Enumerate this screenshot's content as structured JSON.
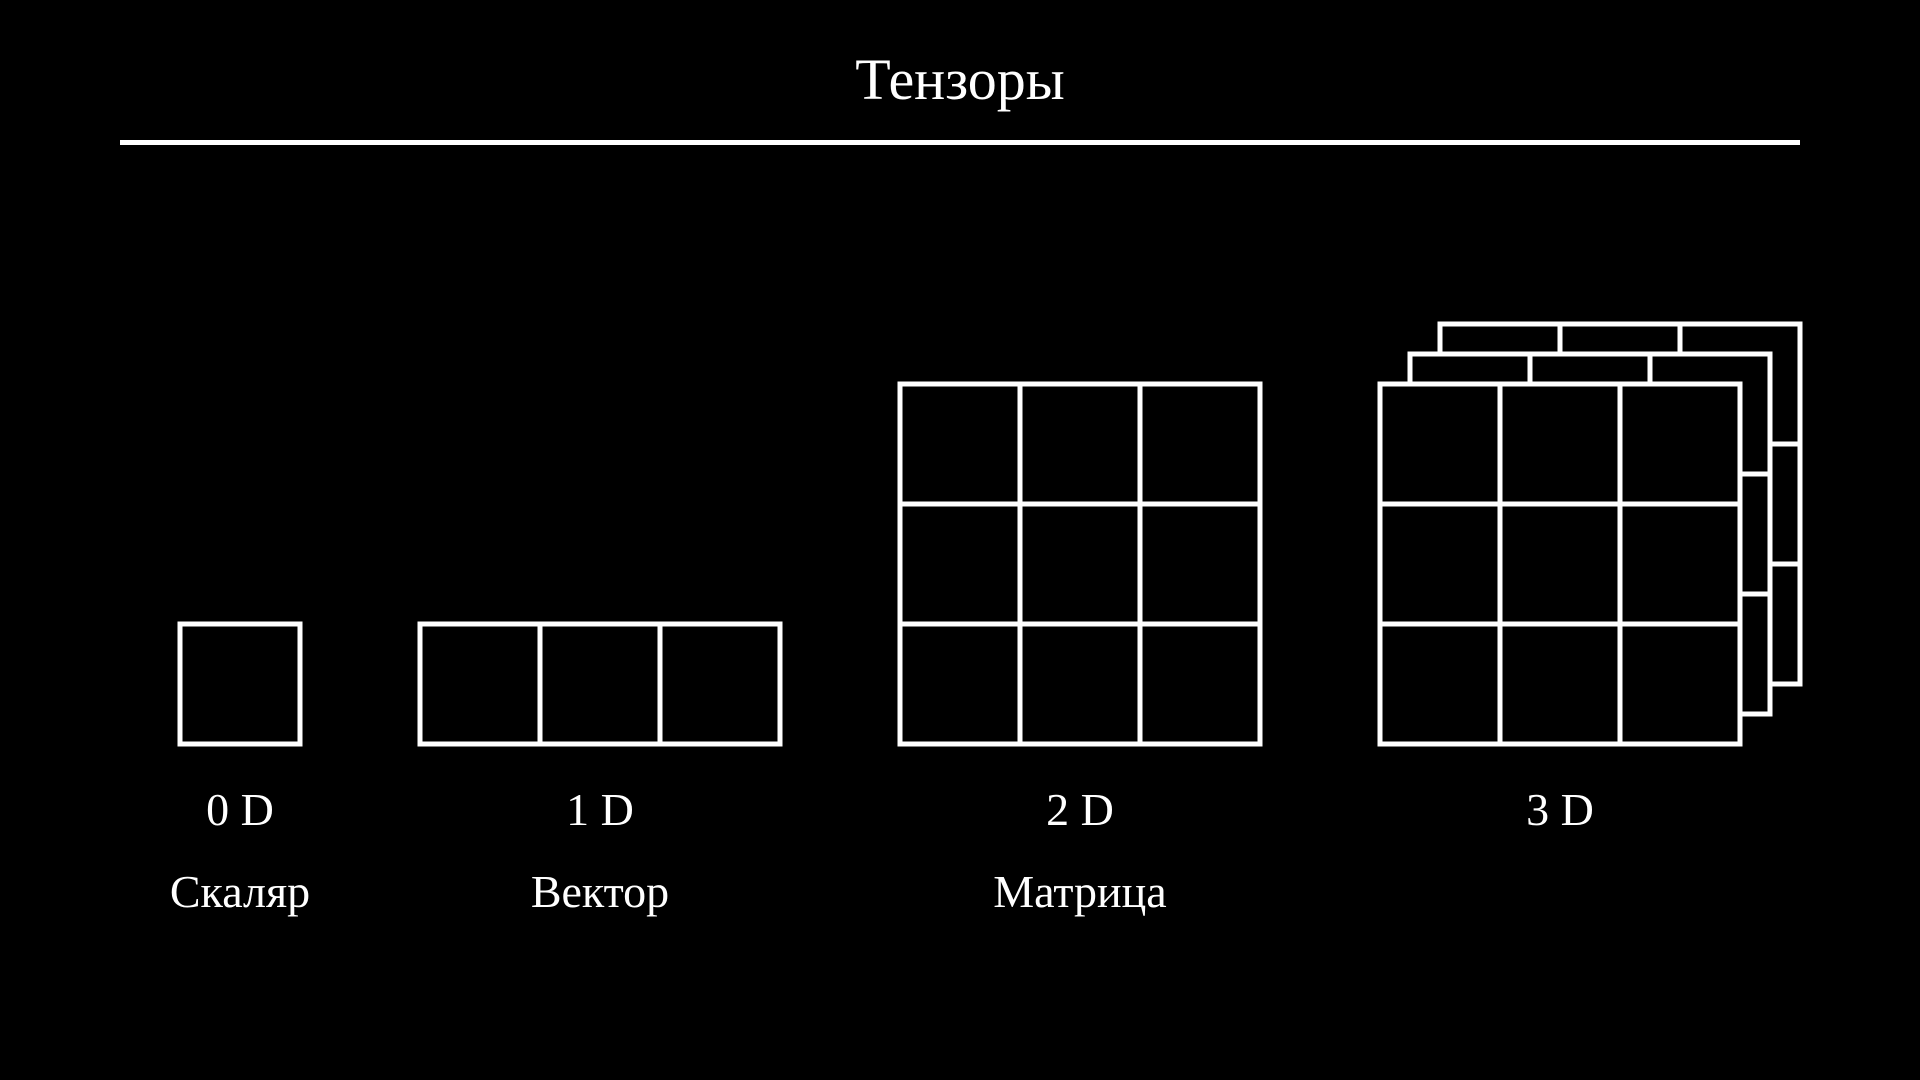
{
  "slide": {
    "title": "Тензоры",
    "colors": {
      "background": "#000000",
      "foreground": "#ffffff"
    }
  },
  "tensors": [
    {
      "dim_label": "0 D",
      "name": "Скаляр",
      "shape": [
        1,
        1,
        1
      ]
    },
    {
      "dim_label": "1 D",
      "name": "Вектор",
      "shape": [
        1,
        3,
        1
      ]
    },
    {
      "dim_label": "2 D",
      "name": "Матрица",
      "shape": [
        3,
        3,
        1
      ]
    },
    {
      "dim_label": "3 D",
      "name": "",
      "shape": [
        3,
        3,
        3
      ]
    }
  ]
}
